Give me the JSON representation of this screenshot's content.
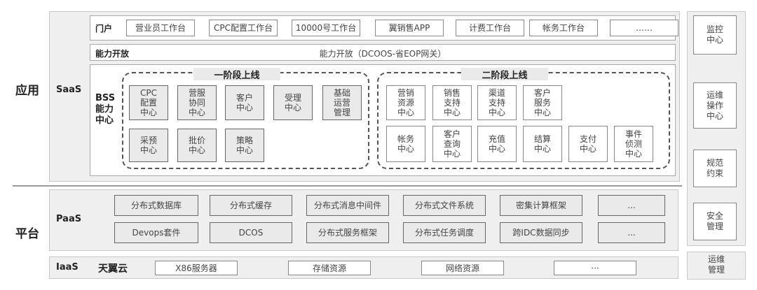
{
  "layers": {
    "app": "应用",
    "platform": "平台"
  },
  "saas": {
    "label": "SaaS",
    "portal": {
      "label": "门户",
      "items": [
        "营业员工作台",
        "CPC配置工作台",
        "10000号工作台",
        "翼销售APP",
        "计费工作台",
        "帐务工作台",
        "……"
      ]
    },
    "capability": {
      "label": "能力开放",
      "content": "能力开放（DCOOS-省EOP网关）"
    },
    "bss": {
      "label": "BSS\n能力\n中心",
      "stage1": {
        "title": "一阶段上线",
        "row1": [
          "CPC\n配置\n中心",
          "营服\n协同\n中心",
          "客户\n中心",
          "受理\n中心",
          "基础\n运营\n管理"
        ],
        "row2": [
          "采预\n中心",
          "批价\n中心",
          "策略\n中心"
        ]
      },
      "stage2": {
        "title": "二阶段上线",
        "row1": [
          "营销\n资源\n中心",
          "销售\n支持\n中心",
          "渠道\n支持\n中心",
          "客户\n服务\n中心"
        ],
        "row2": [
          "帐务\n中心",
          "客户\n查询\n中心",
          "充值\n中心",
          "结算\n中心",
          "支付\n中心",
          "事件\n侦测\n中心"
        ]
      }
    }
  },
  "paas": {
    "label": "PaaS",
    "row1": [
      "分布式数据库",
      "分布式缓存",
      "分布式消息中间件",
      "分布式文件系统",
      "密集计算框架",
      "..."
    ],
    "row2": [
      "Devops套件",
      "DCOS",
      "分布式服务框架",
      "分布式任务调度",
      "跨IDC数据同步",
      "..."
    ]
  },
  "iaas": {
    "label": "IaaS",
    "provider": "天翼云",
    "items": [
      "X86服务器",
      "存储资源",
      "网络资源",
      "···"
    ]
  },
  "right": {
    "items": [
      "监控\n中心",
      "运维\n操作\n中心",
      "规范\n约束",
      "安全\n管理"
    ],
    "bottom": "运维\n管理"
  }
}
